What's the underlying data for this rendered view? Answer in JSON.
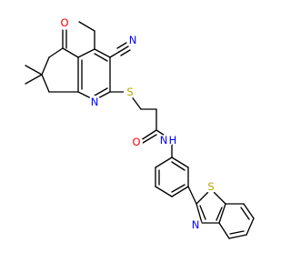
{
  "structure": {
    "atoms": [
      {
        "label": "O",
        "color": "#ff0000"
      },
      {
        "label": "N",
        "color": "#0000ff"
      },
      {
        "label": "N",
        "color": "#0000ff"
      },
      {
        "label": "S",
        "color": "#b5a400"
      },
      {
        "label": "O",
        "color": "#ff0000"
      },
      {
        "label": "N",
        "color": "#0000ff"
      },
      {
        "label": "H",
        "color": "#0000ff"
      },
      {
        "label": "N",
        "color": "#0000ff"
      },
      {
        "label": "S",
        "color": "#b5a400"
      }
    ]
  }
}
